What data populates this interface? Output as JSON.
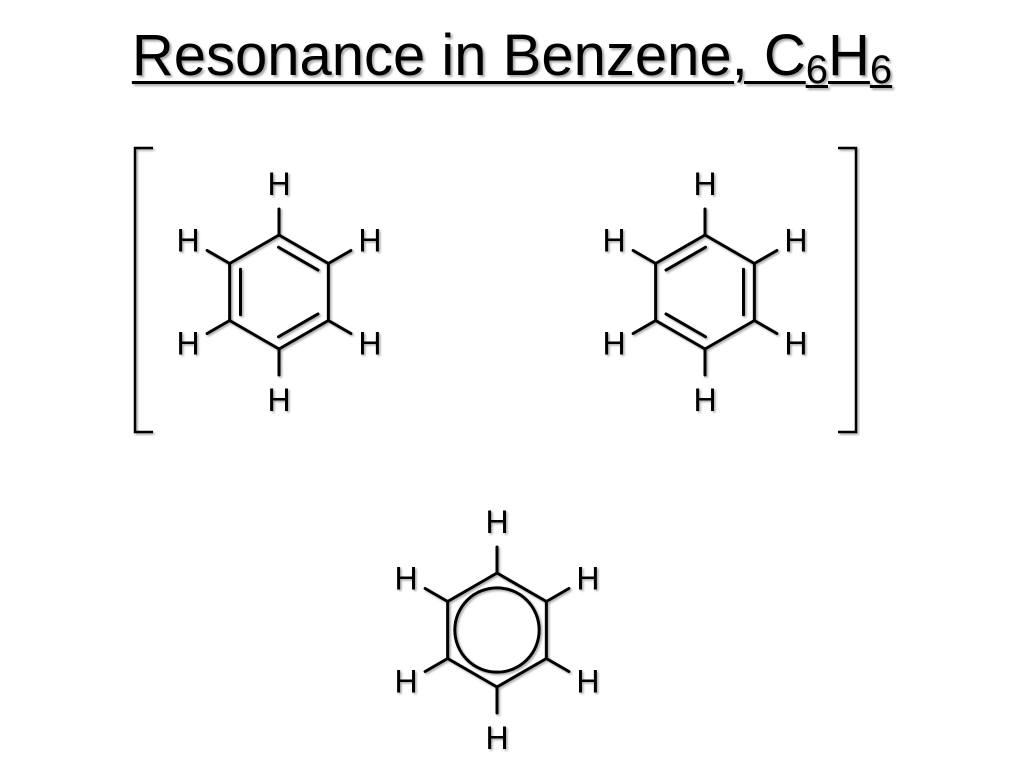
{
  "title": {
    "text": "Resonance in Benzene, C",
    "sub1": "6",
    "mid": "H",
    "sub2": "6"
  },
  "atom_label": "H",
  "structures": [
    {
      "name": "kekule-structure-1",
      "bond_pattern": "kekule-a"
    },
    {
      "name": "kekule-structure-2",
      "bond_pattern": "kekule-b"
    },
    {
      "name": "resonance-hybrid",
      "bond_pattern": "circle"
    }
  ],
  "colors": {
    "line": "#000000",
    "shadow": "#888888",
    "background": "#ffffff"
  },
  "icons": {
    "arrow": "double-headed-resonance-arrow-icon",
    "bracket_left": "left-bracket-icon",
    "bracket_right": "right-bracket-icon"
  }
}
